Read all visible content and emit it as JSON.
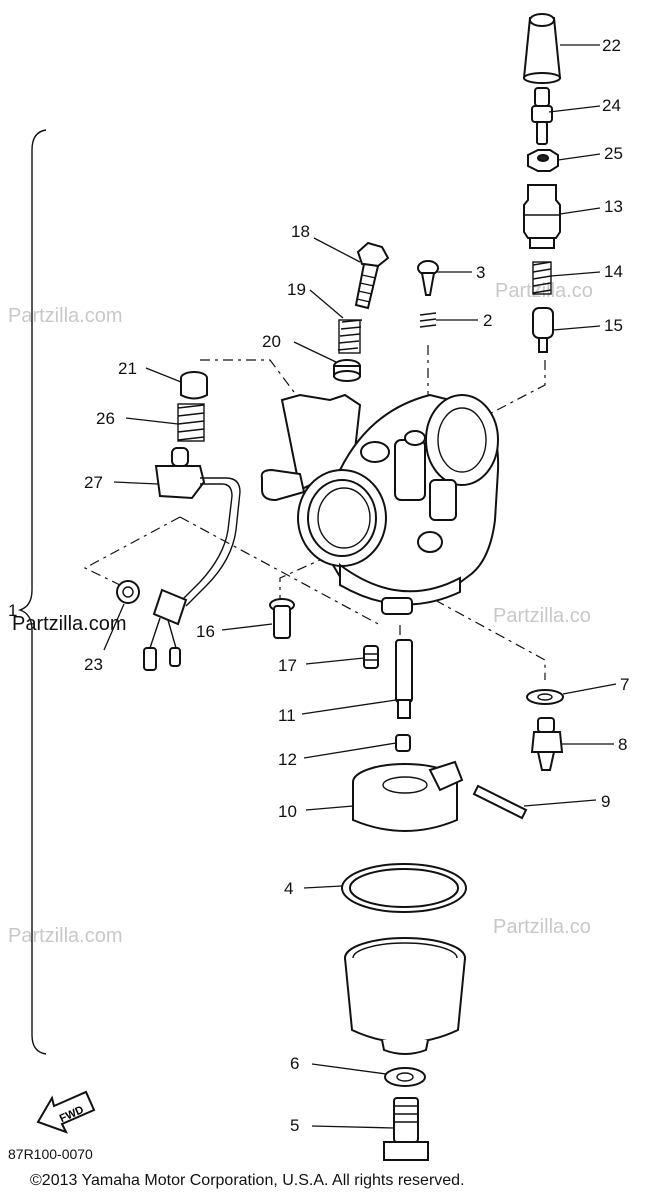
{
  "watermarks": {
    "brand": "Partzilla.com",
    "brand_truncated": "Partzilla.co",
    "brand_inline": "Partzilla.com"
  },
  "diagram": {
    "code": "87R100-0070",
    "fwd_label": "FWD",
    "copyright": "©2013  Yamaha Motor Corporation, U.S.A. All rights reserved.",
    "callouts": {
      "p2": "2",
      "p3": "3",
      "p4": "4",
      "p5": "5",
      "p6": "6",
      "p7": "7",
      "p8": "8",
      "p9": "9",
      "p10": "10",
      "p11": "11",
      "p12": "12",
      "p13": "13",
      "p14": "14",
      "p15": "15",
      "p16": "16",
      "p17": "17",
      "p18": "18",
      "p19": "19",
      "p20": "20",
      "p21": "21",
      "p22": "22",
      "p23": "23",
      "p24": "24",
      "p25": "25",
      "p26": "26",
      "p27": "27",
      "p1": "1"
    }
  }
}
